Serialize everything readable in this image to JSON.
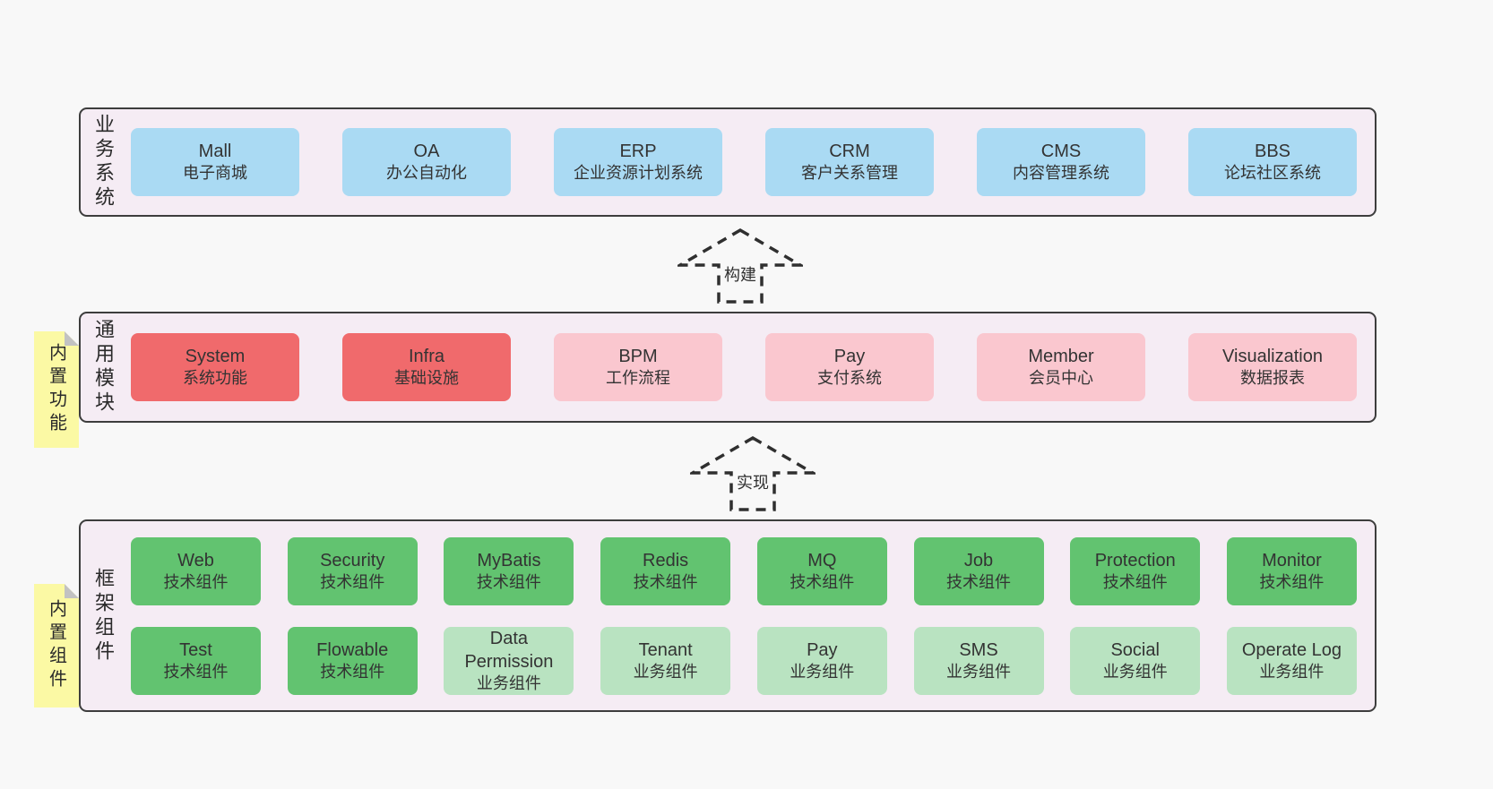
{
  "colors": {
    "page_bg": "#f8f8f8",
    "panel_bg": "#f5ecf4",
    "panel_border": "#3d3d3d",
    "blue": "#aadaf3",
    "red": "#f06a6c",
    "pink": "#fac7cf",
    "green": "#62c370",
    "light_green": "#b9e3c1",
    "note_yellow": "#fbf9a4"
  },
  "arrows": {
    "build": "构建",
    "implement": "实现"
  },
  "notes": {
    "modules": "内置功能",
    "components": "内置组件"
  },
  "business": {
    "side_label": "业务系统",
    "items": [
      {
        "name": "Mall",
        "desc": "电子商城",
        "type": "blue"
      },
      {
        "name": "OA",
        "desc": "办公自动化",
        "type": "blue"
      },
      {
        "name": "ERP",
        "desc": "企业资源计划系统",
        "type": "blue"
      },
      {
        "name": "CRM",
        "desc": "客户关系管理",
        "type": "blue"
      },
      {
        "name": "CMS",
        "desc": "内容管理系统",
        "type": "blue"
      },
      {
        "name": "BBS",
        "desc": "论坛社区系统",
        "type": "blue"
      }
    ]
  },
  "modules": {
    "side_label": "通用模块",
    "items": [
      {
        "name": "System",
        "desc": "系统功能",
        "type": "red"
      },
      {
        "name": "Infra",
        "desc": "基础设施",
        "type": "red"
      },
      {
        "name": "BPM",
        "desc": "工作流程",
        "type": "pink"
      },
      {
        "name": "Pay",
        "desc": "支付系统",
        "type": "pink"
      },
      {
        "name": "Member",
        "desc": "会员中心",
        "type": "pink"
      },
      {
        "name": "Visualization",
        "desc": "数据报表",
        "type": "pink"
      }
    ]
  },
  "components": {
    "side_label": "框架组件",
    "row1": [
      {
        "name": "Web",
        "desc": "技术组件",
        "type": "green"
      },
      {
        "name": "Security",
        "desc": "技术组件",
        "type": "green"
      },
      {
        "name": "MyBatis",
        "desc": "技术组件",
        "type": "green"
      },
      {
        "name": "Redis",
        "desc": "技术组件",
        "type": "green"
      },
      {
        "name": "MQ",
        "desc": "技术组件",
        "type": "green"
      },
      {
        "name": "Job",
        "desc": "技术组件",
        "type": "green"
      },
      {
        "name": "Protection",
        "desc": "技术组件",
        "type": "green"
      },
      {
        "name": "Monitor",
        "desc": "技术组件",
        "type": "green"
      }
    ],
    "row2": [
      {
        "name": "Test",
        "desc": "技术组件",
        "type": "green"
      },
      {
        "name": "Flowable",
        "desc": "技术组件",
        "type": "green"
      },
      {
        "name": "Data Permission",
        "desc": "业务组件",
        "type": "light-green"
      },
      {
        "name": "Tenant",
        "desc": "业务组件",
        "type": "light-green"
      },
      {
        "name": "Pay",
        "desc": "业务组件",
        "type": "light-green"
      },
      {
        "name": "SMS",
        "desc": "业务组件",
        "type": "light-green"
      },
      {
        "name": "Social",
        "desc": "业务组件",
        "type": "light-green"
      },
      {
        "name": "Operate Log",
        "desc": "业务组件",
        "type": "light-green"
      }
    ]
  }
}
